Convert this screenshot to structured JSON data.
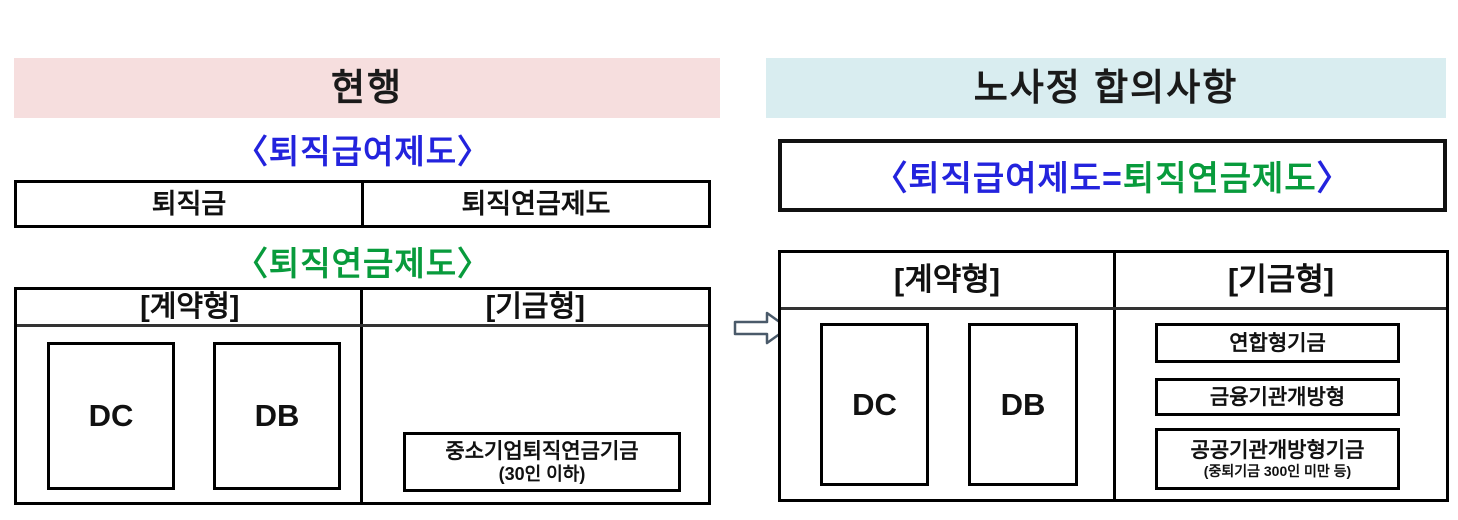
{
  "colors": {
    "current_header_bg": "#f6dede",
    "agreement_header_bg": "#d9edf0",
    "blue_text": "#2323dd",
    "green_text": "#089b3c"
  },
  "left": {
    "header": "현행",
    "benefit_title": "〈퇴직급여제도〉",
    "benefit_table": {
      "cells": [
        "퇴직금",
        "퇴직연금제도"
      ]
    },
    "pension_title": "〈퇴직연금제도〉",
    "pension_table": {
      "headers": [
        "[계약형]",
        "[기금형]"
      ],
      "contract_boxes": [
        "DC",
        "DB"
      ],
      "fund_box": {
        "line1": "중소기업퇴직연금기금",
        "line2": "(30인 이하)"
      }
    }
  },
  "arrow": {
    "icon": "right-arrow"
  },
  "right": {
    "header": "노사정 합의사항",
    "combined_title": {
      "blue_part": "〈퇴직급여제도=",
      "green_part": "퇴직연금제도",
      "close_part": "〉"
    },
    "pension_table": {
      "headers": [
        "[계약형]",
        "[기금형]"
      ],
      "contract_boxes": [
        "DC",
        "DB"
      ],
      "fund_boxes": [
        {
          "line1": "연합형기금",
          "line2": ""
        },
        {
          "line1": "금융기관개방형",
          "line2": ""
        },
        {
          "line1": "공공기관개방형기금",
          "line2": "(중퇴기금 300인 미만 등)"
        }
      ]
    }
  }
}
